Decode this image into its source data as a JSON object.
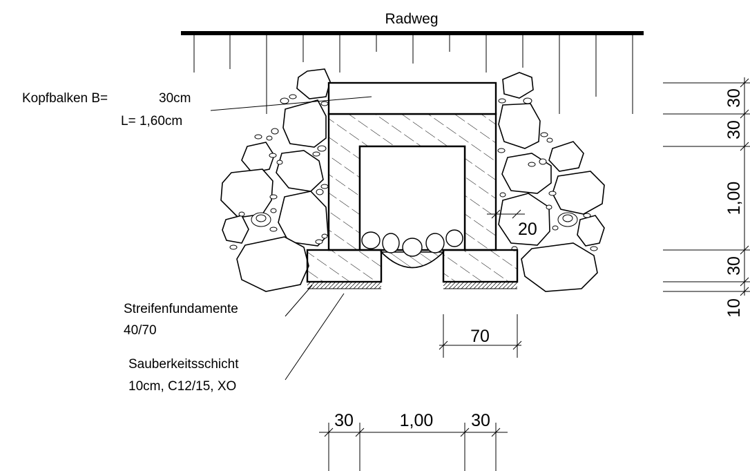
{
  "title": "Radweg",
  "labels": {
    "kopfbalken_line1": "Kopfbalken B=",
    "kopfbalken_b_value": "30cm",
    "kopfbalken_line2": "L= 1,60cm",
    "streifen_line1": "Streifenfundamente",
    "streifen_line2": "40/70",
    "sauber_line1": "Sauberkeitsschicht",
    "sauber_line2": "10cm, C12/15, XO"
  },
  "dimensions": {
    "wall_thickness": "20",
    "footing_width": "70",
    "bottom_left": "30",
    "bottom_mid": "1,00",
    "bottom_right": "30",
    "right_1": "30",
    "right_2": "30",
    "right_3": "1,00",
    "right_4": "30",
    "right_5": "10"
  }
}
